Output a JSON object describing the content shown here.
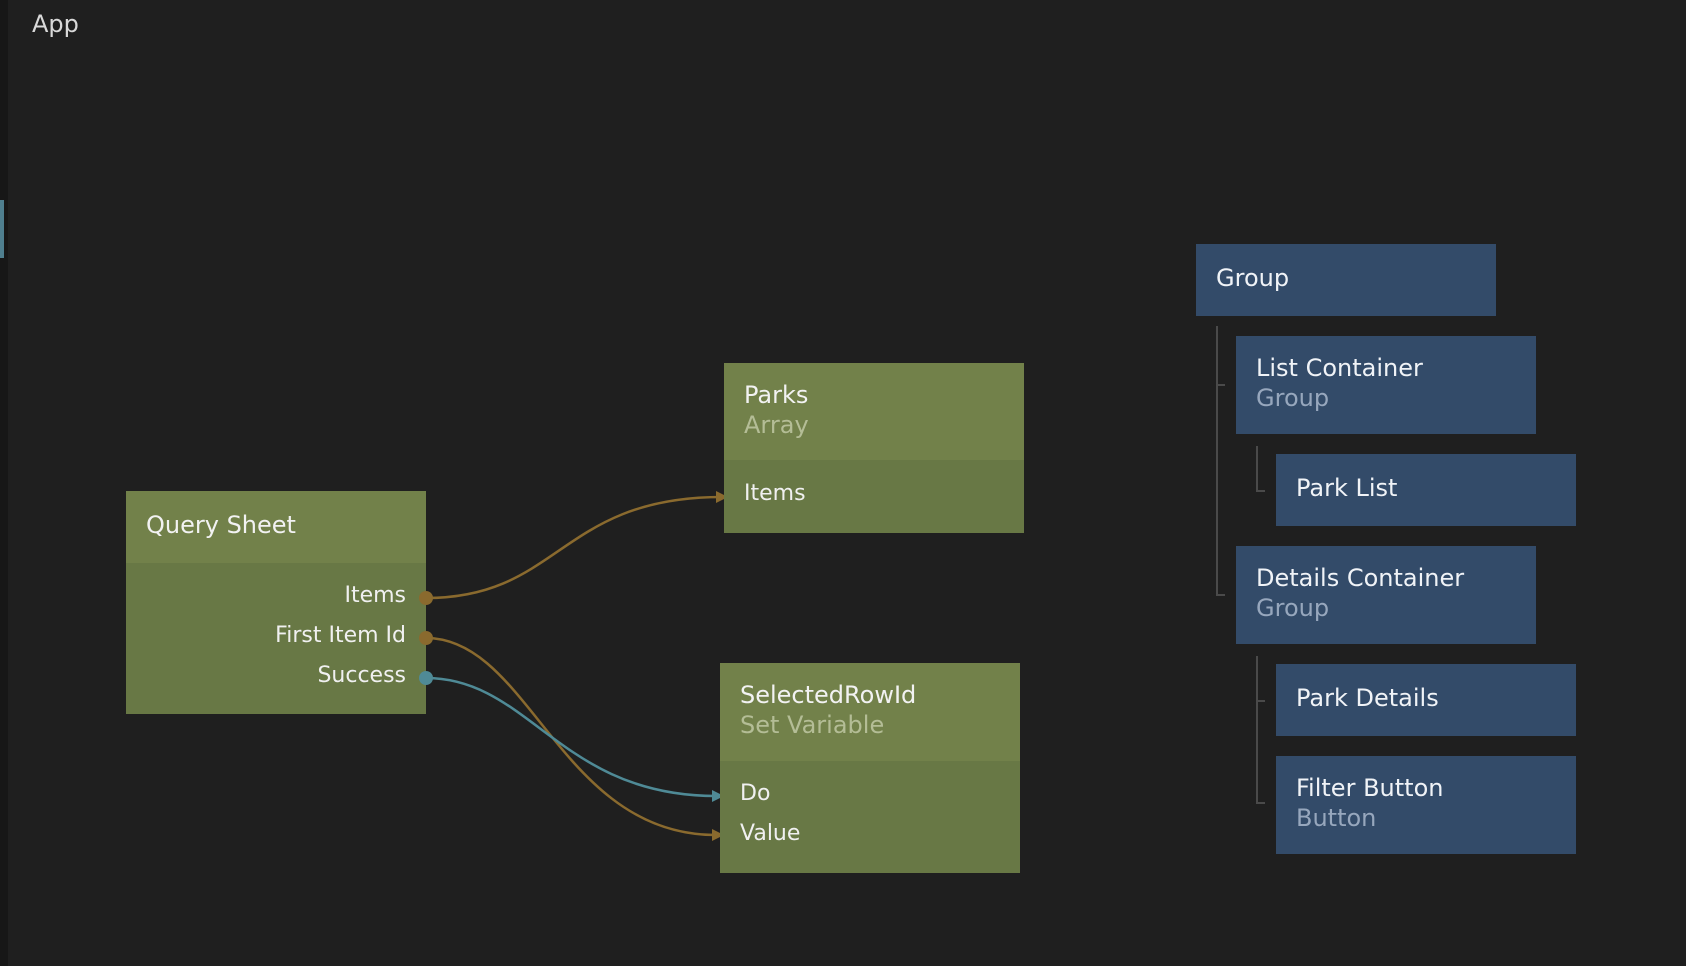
{
  "app": {
    "title": "App"
  },
  "colors": {
    "background": "#1f1f1f",
    "logic_node_header": "#72814a",
    "logic_node_body": "#687845",
    "visual_node": "#334b69",
    "data_wire": "#8a6a2e",
    "signal_wire": "#4f8a96"
  },
  "nodes": {
    "query_sheet": {
      "title": "Query Sheet",
      "outputs": [
        "Items",
        "First Item Id",
        "Success"
      ]
    },
    "parks": {
      "title": "Parks",
      "type": "Array",
      "inputs": [
        "Items"
      ]
    },
    "selected_row_id": {
      "title": "SelectedRowId",
      "type": "Set Variable",
      "inputs": [
        "Do",
        "Value"
      ]
    }
  },
  "tree": {
    "group": {
      "title": "Group"
    },
    "list_container": {
      "title": "List Container",
      "type": "Group"
    },
    "park_list": {
      "title": "Park List"
    },
    "details_container": {
      "title": "Details Container",
      "type": "Group"
    },
    "park_details": {
      "title": "Park Details"
    },
    "filter_button": {
      "title": "Filter Button",
      "type": "Button"
    }
  }
}
